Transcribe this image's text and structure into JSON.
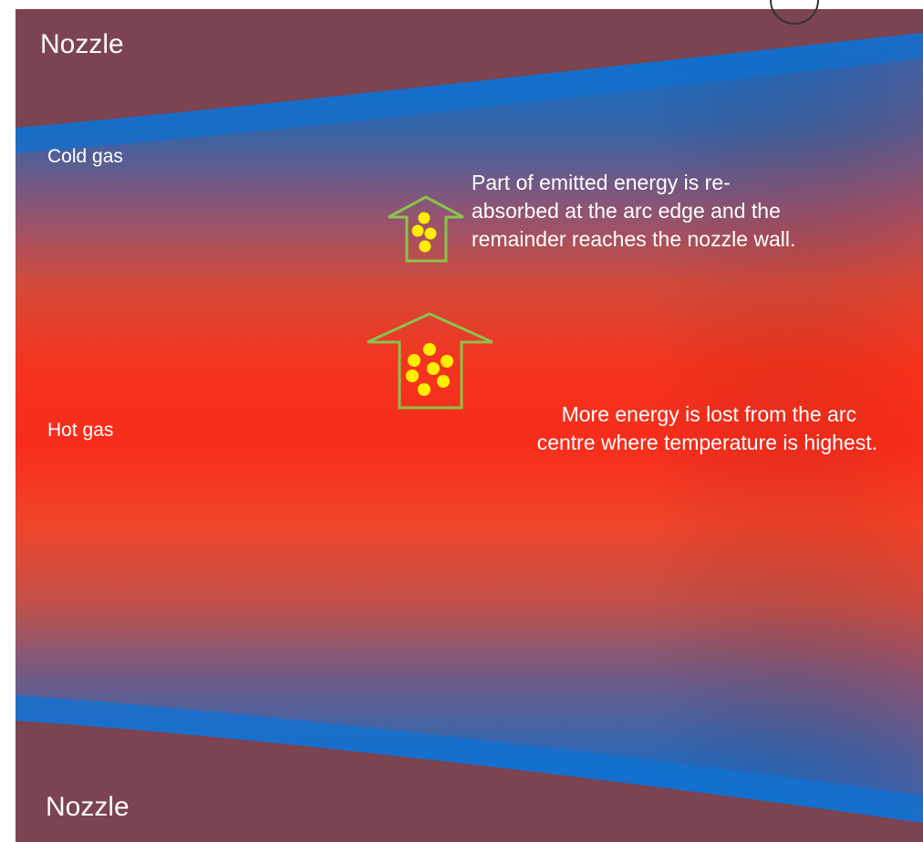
{
  "labels": {
    "nozzle_top": "Nozzle",
    "nozzle_bottom": "Nozzle",
    "cold_gas": "Cold  gas",
    "hot_gas": "Hot gas"
  },
  "annotations": {
    "edge_note": [
      "Part of emitted energy is re-",
      "absorbed at the arc edge and the",
      "remainder reaches the nozzle wall."
    ],
    "centre_note": [
      "More energy is lost from the arc",
      "centre where temperature is highest."
    ]
  },
  "colors": {
    "nozzle": "#7b4450",
    "cold_gas": "#1071d0",
    "hot_gas": "#f52e1c",
    "arrow_outline": "#8ac34a",
    "particle": "#ffee00",
    "text": "#ffffff"
  },
  "icons": [
    "small-energy-arrow-icon",
    "large-energy-arrow-icon",
    "clipped-circle-icon"
  ]
}
